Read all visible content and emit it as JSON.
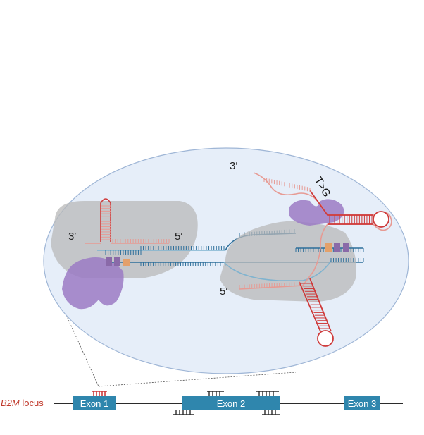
{
  "labels": {
    "left_three_prime": "3′",
    "left_five_prime": "5′",
    "right_three_prime": "3′",
    "right_five_prime": "5′",
    "edit": "T>G"
  },
  "locus": {
    "gene": "B2M",
    "suffix": " locus",
    "exons": [
      "Exon 1",
      "Exon 2",
      "Exon 3"
    ]
  },
  "colors": {
    "ellipse_fill": "#e6eef9",
    "ellipse_stroke": "#9fb6d6",
    "blue_dna": "#2c6e9a",
    "light_blue_dna": "#7fb3cf",
    "red_rna": "#cf3a3a",
    "pink_rna": "#e79a93",
    "gray_protein": "#b8b8b8",
    "purple_protein": "#9b7ac4",
    "exon_fill": "#2f86ad",
    "locus_line": "#2b2b2b",
    "locus_label": "#c0392b"
  }
}
